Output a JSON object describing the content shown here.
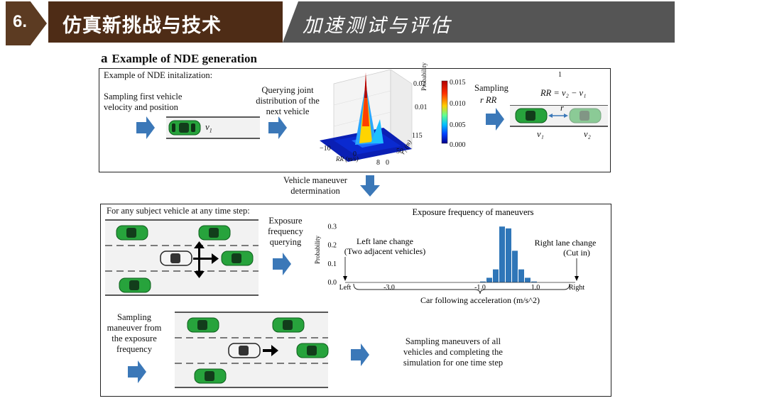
{
  "header": {
    "number": "6.",
    "title": "仿真新挑战与技术",
    "subtitle": "加速测试与评估"
  },
  "section": {
    "label": "a",
    "title": "Example of NDE generation"
  },
  "top_panel": {
    "title": "Example of NDE initalization:",
    "step1": [
      "Sampling first vehicle",
      "velocity and position"
    ],
    "v1_label": "v",
    "step2": [
      "Querying joint",
      "distribution of the",
      "next vehicle"
    ],
    "plot3d": {
      "z_ticks": [
        "0.02",
        "0.01"
      ],
      "z_label": "Probability",
      "colorbar_ticks": [
        "0.015",
        "0.010",
        "0.005",
        "0.000"
      ],
      "x_ticks": [
        "−10",
        "0",
        "8"
      ],
      "x_label": "RR (m/s)",
      "y_ticks": [
        "115",
        "50",
        "0"
      ],
      "y_label": "r₁ (m)"
    },
    "sampling_label": "Sampling",
    "sampling_vars": "r  RR",
    "index_label": "1",
    "formula": "RR = v₂ − v₁",
    "r_label": "r",
    "v1": "v₁",
    "v2": "v₂"
  },
  "middle": {
    "text": [
      "Vehicle maneuver",
      "determination"
    ]
  },
  "bottom_panel": {
    "title": "For any subject vehicle at any time step:",
    "query": [
      "Exposure",
      "frequency",
      "querying"
    ],
    "sample": [
      "Sampling",
      "maneuver from",
      "the exposure",
      "frequency"
    ],
    "final": [
      "Sampling maneuvers of all",
      "vehicles and completing the",
      "simulation for one time step"
    ]
  },
  "chart_data": {
    "type": "bar",
    "title": "Exposure frequency of maneuvers",
    "xlabel": "Car following acceleration (m/s^2)",
    "ylabel": "Probability",
    "ylim": [
      0,
      0.32
    ],
    "y_ticks": [
      "0.3",
      "0.2",
      "0.1",
      "0.0"
    ],
    "x_ticks": [
      "Left",
      "-3.0",
      "-1.0",
      "1.0",
      "Right"
    ],
    "annotations": {
      "left": [
        "Left lane change",
        "(Two adjacent vehicles)"
      ],
      "right": [
        "Right lane change",
        "(Cut in)"
      ]
    },
    "x": [
      -1.0,
      -0.75,
      -0.5,
      -0.25,
      0.0,
      0.25,
      0.5,
      0.75,
      1.0
    ],
    "values": [
      0.005,
      0.025,
      0.07,
      0.3,
      0.29,
      0.17,
      0.07,
      0.025,
      0.005
    ],
    "bar_color": "#2f76b8"
  }
}
